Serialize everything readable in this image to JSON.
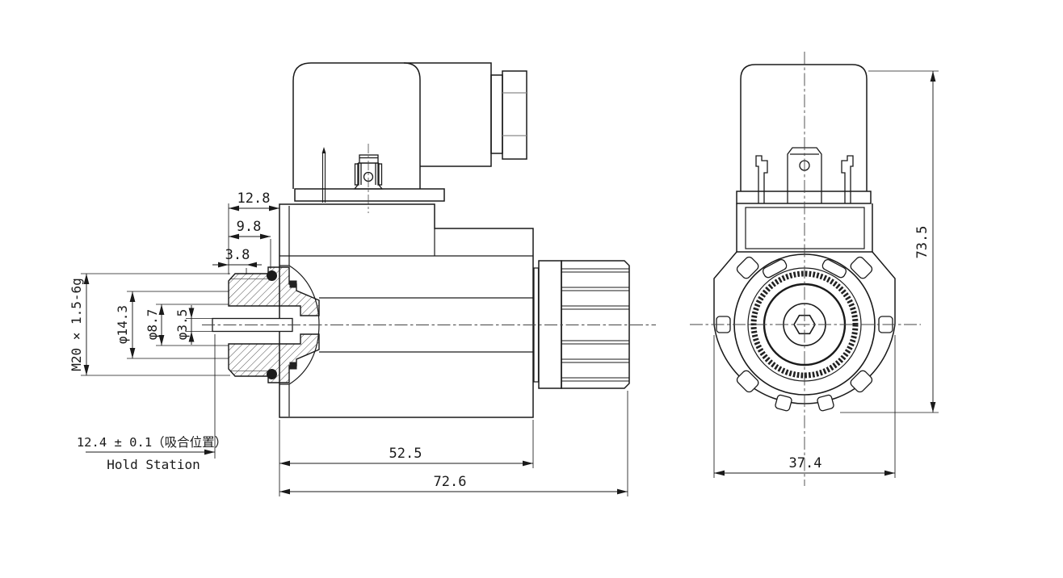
{
  "background": "#ffffff",
  "line_color": "#1a1a1a",
  "dims": {
    "top_offset_large": "12.8",
    "top_offset_mid": "9.8",
    "top_offset_small": "3.8",
    "thread_spec": "M20 × 1.5-6g",
    "dia_flange": "φ14.3",
    "dia_bore": "φ8.7",
    "dia_rod": "φ3.5",
    "hold_station_value": "12.4 ± 0.1（吸合位置）",
    "hold_station_label": "Hold Station",
    "coil_length": "52.5",
    "overall_length": "72.6",
    "overall_height": "73.5",
    "flange_width": "37.4"
  }
}
